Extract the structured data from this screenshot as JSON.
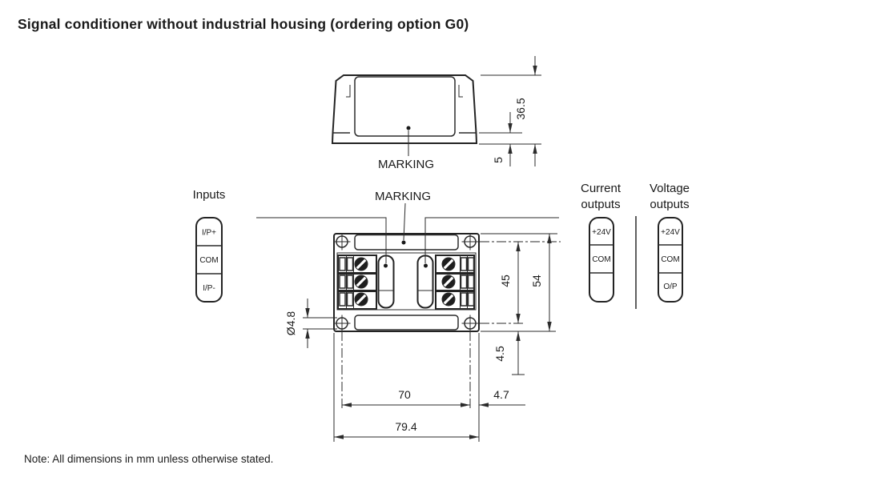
{
  "page": {
    "title": "Signal conditioner without industrial housing (ordering option G0)",
    "note": "Note: All dimensions in mm unless otherwise stated."
  },
  "side_view": {
    "marking_label": "MARKING",
    "dim_total_height": "36.5",
    "dim_base_height": "5"
  },
  "top_view": {
    "marking_label": "MARKING",
    "dim_hole_spacing_vertical": "45",
    "dim_total_height": "54",
    "dim_hole_edge_vertical": "4.5",
    "dim_hole_diameter": "Ø4.8",
    "dim_hole_spacing_horizontal": "70",
    "dim_hole_edge_horizontal": "4.7",
    "dim_total_width": "79.4"
  },
  "inputs": {
    "label": "Inputs",
    "terminals": [
      "I/P+",
      "COM",
      "I/P-"
    ]
  },
  "current_outputs": {
    "label_line1": "Current",
    "label_line2": "outputs",
    "terminals": [
      "+24V",
      "COM"
    ]
  },
  "voltage_outputs": {
    "label_line1": "Voltage",
    "label_line2": "outputs",
    "terminals": [
      "+24V",
      "COM",
      "O/P"
    ]
  }
}
